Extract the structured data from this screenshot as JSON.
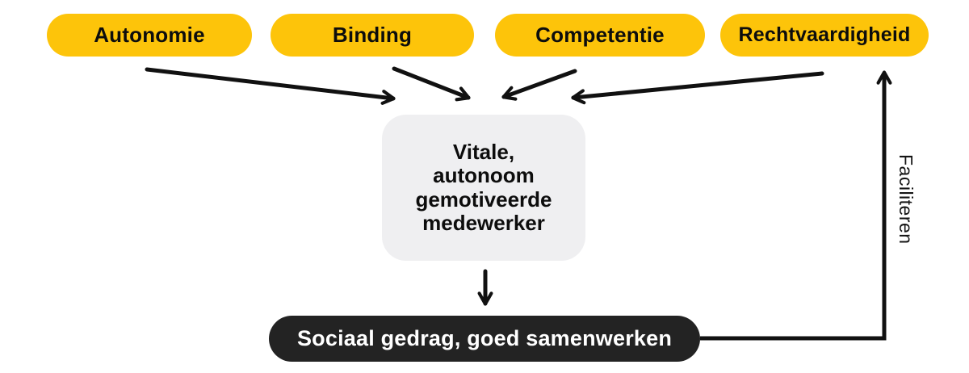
{
  "colors": {
    "factor_fill": "#fdc40a",
    "center_fill": "#efeff1",
    "outcome_fill": "#232323",
    "outcome_text": "#ffffff",
    "arrow": "#111111",
    "background": "#ffffff"
  },
  "diagram": {
    "factors": [
      {
        "label": "Autonomie"
      },
      {
        "label": "Binding"
      },
      {
        "label": "Competentie"
      },
      {
        "label": "Rechtvaardigheid"
      }
    ],
    "center_box": {
      "text": "Vitale,\nautonoom\ngemotiveerde\nmedewerker"
    },
    "outcome": {
      "label": "Sociaal gedrag, goed samenwerken"
    },
    "feedback": {
      "label": "Faciliteren"
    }
  }
}
